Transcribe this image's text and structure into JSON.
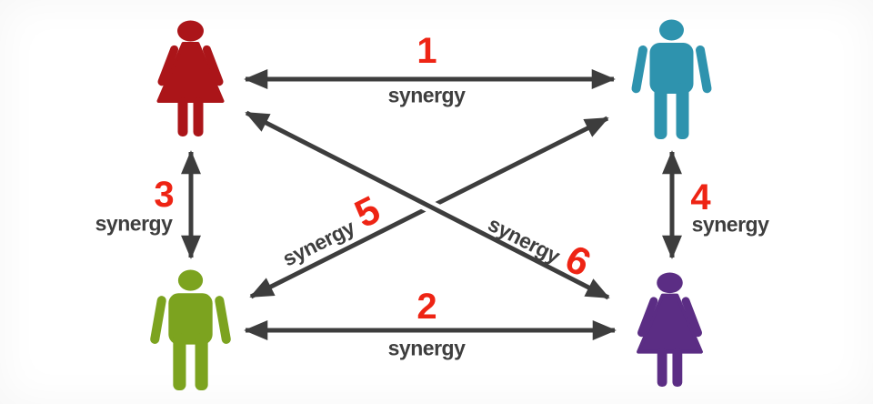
{
  "diagram": {
    "title": "four-person synergy diagram",
    "styles": {
      "background": "#ffffff",
      "arrow_color": "#3d3d3d",
      "number_color": "#ee2414",
      "label_color": "#3e3e3e"
    },
    "people": [
      {
        "position": "top-left",
        "gender": "female",
        "color": "#ab1519"
      },
      {
        "position": "top-right",
        "gender": "male",
        "color": "#2e93ae"
      },
      {
        "position": "bottom-left",
        "gender": "male",
        "color": "#7ca31f"
      },
      {
        "position": "bottom-right",
        "gender": "female",
        "color": "#5b2d84"
      }
    ],
    "edges": [
      {
        "number": "1",
        "label": "synergy",
        "from": "top-left woman",
        "to": "top-right man"
      },
      {
        "number": "2",
        "label": "synergy",
        "from": "bottom-left man",
        "to": "bottom-right woman"
      },
      {
        "number": "3",
        "label": "synergy",
        "from": "top-left woman",
        "to": "bottom-left man"
      },
      {
        "number": "4",
        "label": "synergy",
        "from": "top-right man",
        "to": "bottom-right woman"
      },
      {
        "number": "5",
        "label": "synergy",
        "from": "bottom-left man",
        "to": "top-right man"
      },
      {
        "number": "6",
        "label": "synergy",
        "from": "top-left woman",
        "to": "bottom-right woman"
      }
    ]
  }
}
